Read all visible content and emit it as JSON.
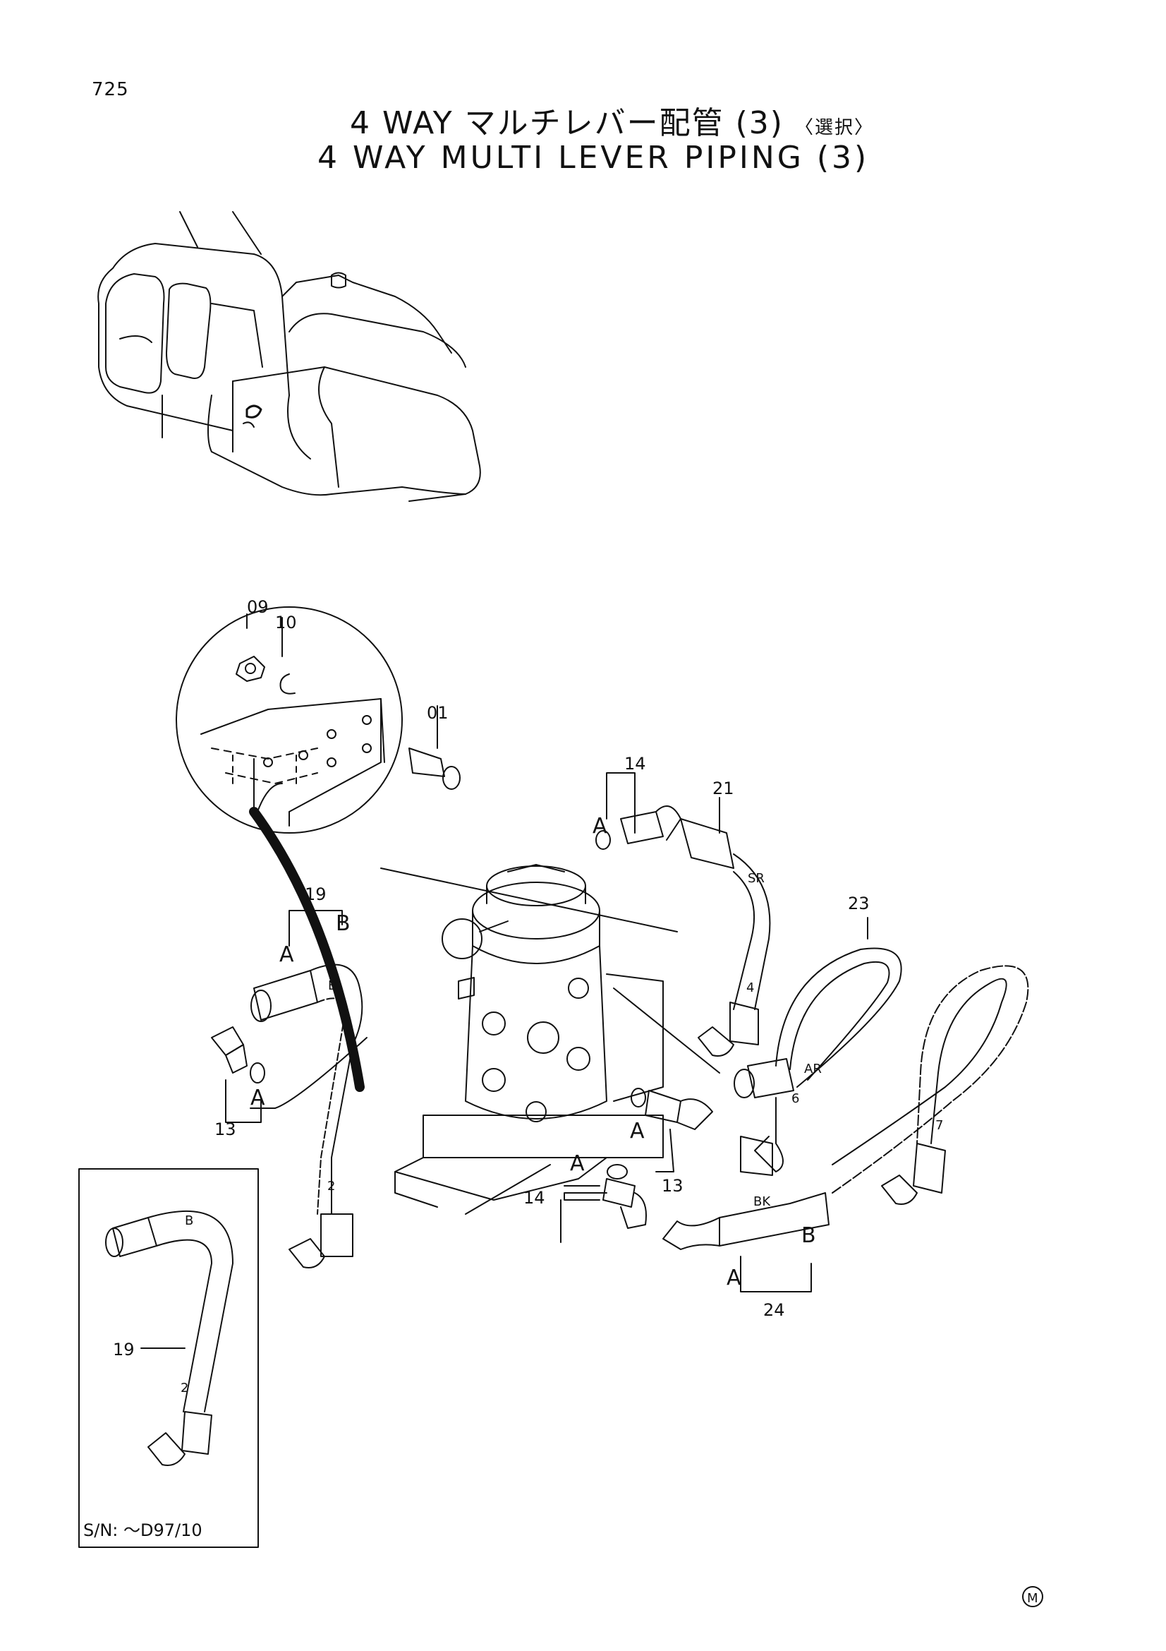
{
  "page": {
    "number": "725",
    "title_jp": "4 WAY マルチレバー配管 (3)",
    "title_jp_suffix": "〈選択〉",
    "title_en": "4 WAY MULTI LEVER PIPING (3)"
  },
  "callouts": {
    "c09": "09",
    "c10": "10",
    "c01": "01",
    "c14a": "14",
    "c21": "21",
    "c23": "23",
    "c19": "19",
    "c13a": "13",
    "c13b": "13",
    "c14b": "14",
    "c24": "24",
    "c19_inset": "19"
  },
  "port_labels": {
    "a1": "A",
    "b1": "B",
    "a_14top": "A",
    "a_13left": "A",
    "a_13mid": "A",
    "a_14bot": "A",
    "a_24": "A",
    "b_24": "B"
  },
  "hose_marks": {
    "sr": "SR",
    "ar": "AR",
    "bk": "BK",
    "b_hose19": "B",
    "b_inset": "B",
    "n4": "4",
    "n6": "6",
    "n7": "7",
    "n2": "2",
    "n2_inset": "2"
  },
  "inset": {
    "serial_note": "S/N: ～D97/10"
  },
  "footer": {
    "mark": "M"
  }
}
